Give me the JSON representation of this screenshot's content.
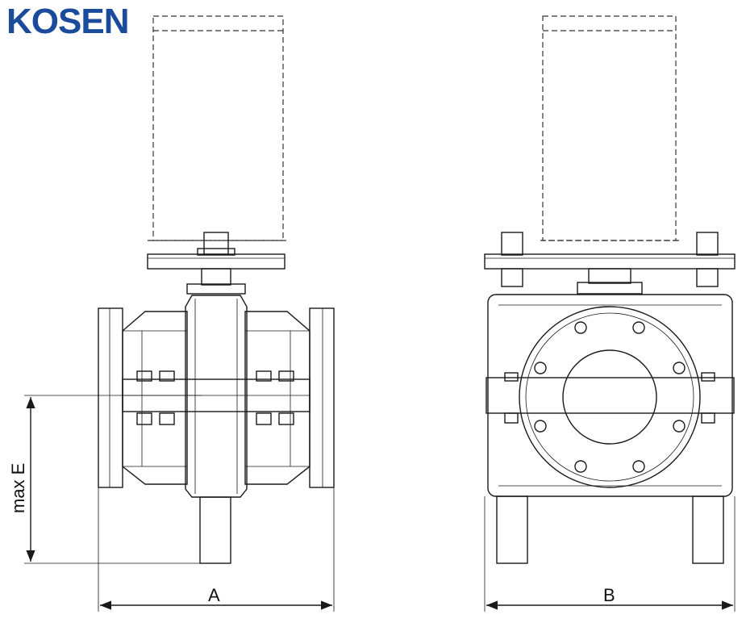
{
  "brand": {
    "name": "KOSEN",
    "color": "#1b4b9b"
  },
  "dimensions": {
    "a": "A",
    "b": "B",
    "e": "max E"
  },
  "colors": {
    "body": "#e4e4e4",
    "line": "#1a1a1a"
  }
}
